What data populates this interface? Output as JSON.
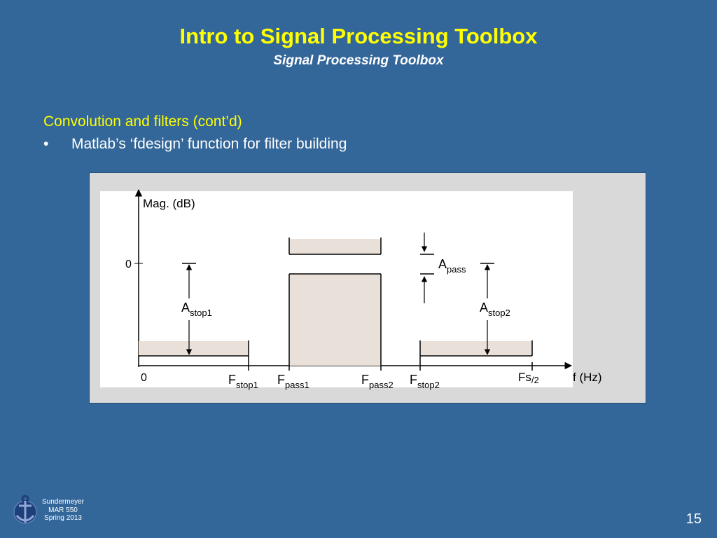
{
  "slide": {
    "title": "Intro to Signal Processing Toolbox",
    "subtitle": "Signal Processing Toolbox",
    "heading": "Convolution and filters (cont’d)",
    "bullets": [
      {
        "marker": "•",
        "text": "Matlab’s ‘fdesign’ function for filter building"
      }
    ],
    "page_number": "15"
  },
  "footer": {
    "lines": [
      "Sundermeyer",
      "MAR 550",
      "Spring 2013"
    ]
  },
  "diagram": {
    "y_axis_label": "Mag. (dB)",
    "y_tick_zero": "0",
    "x_origin_label": "0",
    "x_axis_label": "f (Hz)",
    "labels": {
      "f_stop1": {
        "main": "F",
        "sub": "stop1"
      },
      "f_pass1": {
        "main": "F",
        "sub": "pass1"
      },
      "f_pass2": {
        "main": "F",
        "sub": "pass2"
      },
      "f_stop2": {
        "main": "F",
        "sub": "stop2"
      },
      "fs_half": {
        "main": "Fs",
        "sub": "/2"
      },
      "a_stop1": {
        "main": "A",
        "sub": "stop1"
      },
      "a_stop2": {
        "main": "A",
        "sub": "stop2"
      },
      "a_pass": {
        "main": "A",
        "sub": "pass"
      }
    },
    "colors": {
      "band_fill": "#E9E1D9",
      "plot_background": "#FFFFFF",
      "frame_background": "#D9D9D9"
    }
  }
}
